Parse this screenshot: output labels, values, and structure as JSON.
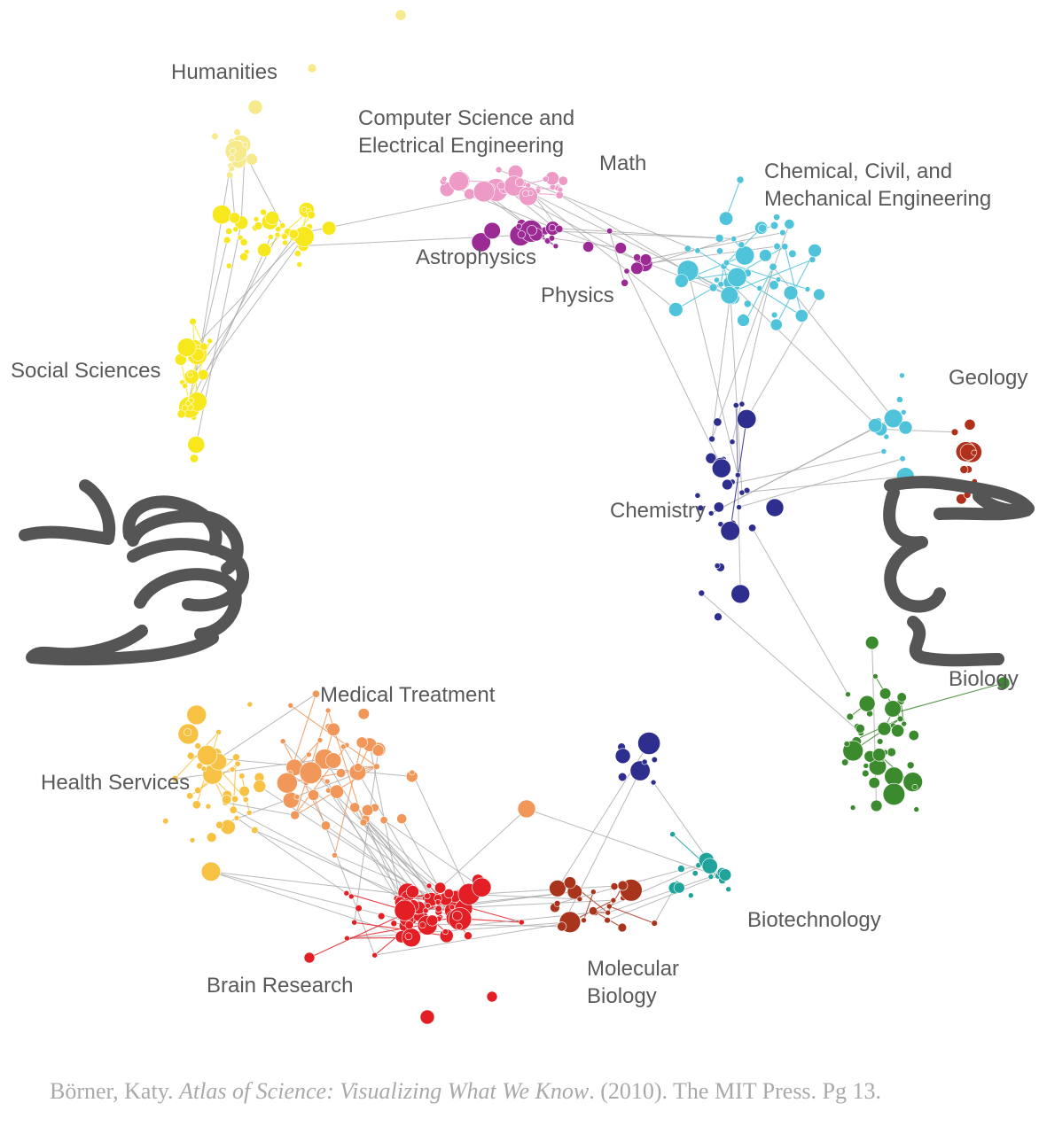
{
  "regions": [
    {
      "key": "humanities",
      "lines": [
        "Humanities"
      ],
      "color": "#f6ea8c"
    },
    {
      "key": "cs_ee",
      "lines": [
        "Computer Science and",
        "Electrical Engineering"
      ],
      "color": "#ee9ac7"
    },
    {
      "key": "math",
      "lines": [
        "Math"
      ],
      "color": "#ee9ac7"
    },
    {
      "key": "chem_civ_mech",
      "lines": [
        "Chemical, Civil, and",
        "Mechanical Engineering"
      ],
      "color": "#4fc3d9"
    },
    {
      "key": "astrophysics",
      "lines": [
        "Astrophysics"
      ],
      "color": "#9b2a94"
    },
    {
      "key": "physics",
      "lines": [
        "Physics"
      ],
      "color": "#9b2a94"
    },
    {
      "key": "social_sciences",
      "lines": [
        "Social Sciences"
      ],
      "color": "#f7e81e"
    },
    {
      "key": "geology",
      "lines": [
        "Geology"
      ],
      "color": "#b0301b"
    },
    {
      "key": "chemistry",
      "lines": [
        "Chemistry"
      ],
      "color": "#2e2e8f"
    },
    {
      "key": "biology",
      "lines": [
        "Biology"
      ],
      "color": "#3c8a2e"
    },
    {
      "key": "medical_treatment",
      "lines": [
        "Medical Treatment"
      ],
      "color": "#f1975a"
    },
    {
      "key": "health_services",
      "lines": [
        "Health Services"
      ],
      "color": "#f7c244"
    },
    {
      "key": "biotechnology",
      "lines": [
        "Biotechnology"
      ],
      "color": "#1fa39a"
    },
    {
      "key": "molecular_biology",
      "lines": [
        "Molecular",
        "Biology"
      ],
      "color": "#a8341c"
    },
    {
      "key": "brain_research",
      "lines": [
        "Brain Research"
      ],
      "color": "#e31e24"
    }
  ],
  "colors": {
    "edge": "#a7a7a7",
    "label_text": "#58595b",
    "scribble": "#555555",
    "caption_text": "#a8a9ab"
  },
  "caption": {
    "author": "Börner, Katy.",
    "title": "Atlas of Science: Visualizing What We Know",
    "details": ". (2010). The MIT Press. Pg 13."
  }
}
